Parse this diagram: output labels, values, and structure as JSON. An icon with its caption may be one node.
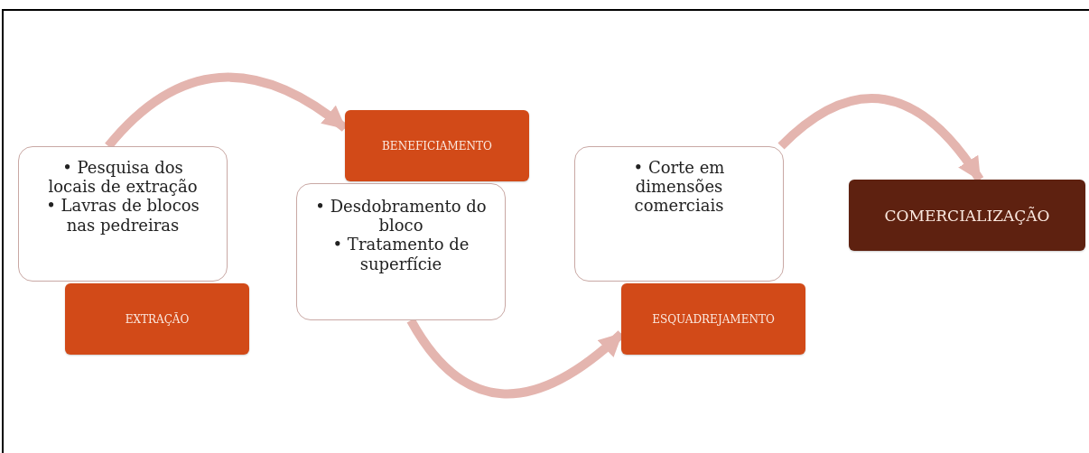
{
  "diagram": {
    "nodes": [
      {
        "text": [
          "• Pesquisa dos locais de extração",
          "• Lavras de blocos nas pedreiras"
        ]
      },
      {
        "text": [
          "EXTRAÇÃO"
        ]
      },
      {
        "text": [
          "• Desdobramento do bloco",
          "• Tratamento de superfície"
        ]
      },
      {
        "text": [
          "BENEFICIAMENTO"
        ]
      },
      {
        "text": [
          "• Corte em dimensões comerciais"
        ]
      },
      {
        "text": [
          "ESQUADREJAMENTO"
        ]
      },
      {
        "text": [
          "COMERCIALIZAÇÃO"
        ]
      }
    ],
    "edges": [
      {
        "from": 0,
        "to": 3,
        "arrow": "to"
      },
      {
        "from": 2,
        "to": 5,
        "arrow": "to"
      },
      {
        "from": 4,
        "to": 6,
        "arrow": "to"
      }
    ]
  }
}
